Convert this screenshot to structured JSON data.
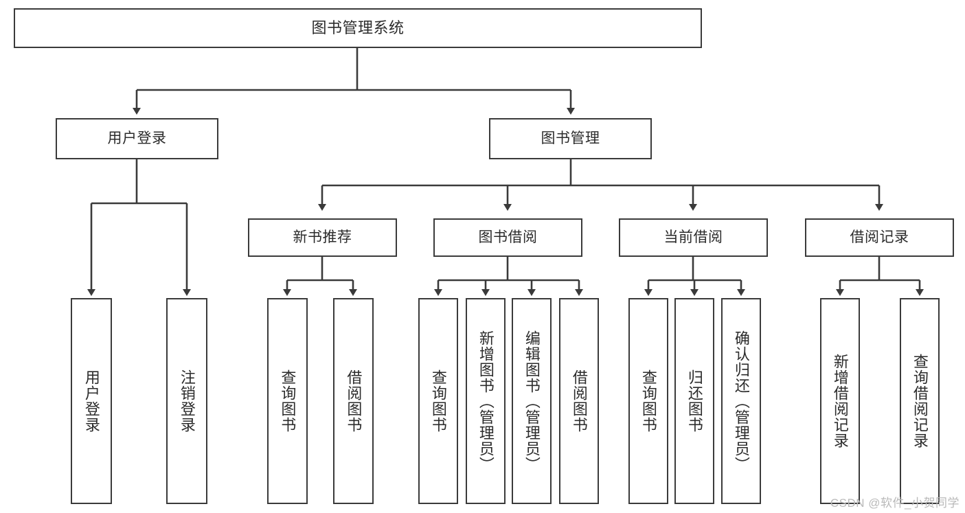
{
  "diagram": {
    "type": "tree-hierarchy-diagram",
    "root": {
      "label": "图书管理系统"
    },
    "level2": [
      {
        "id": "user-login",
        "label": "用户登录"
      },
      {
        "id": "book-management",
        "label": "图书管理"
      }
    ],
    "level3": [
      {
        "id": "new-book-recommend",
        "label": "新书推荐",
        "parent": "book-management"
      },
      {
        "id": "book-borrow",
        "label": "图书借阅",
        "parent": "book-management"
      },
      {
        "id": "current-borrow",
        "label": "当前借阅",
        "parent": "book-management"
      },
      {
        "id": "borrow-record",
        "label": "借阅记录",
        "parent": "book-management"
      }
    ],
    "leaves": [
      {
        "id": "leaf-user-login",
        "label": "用户登录",
        "parent": "user-login"
      },
      {
        "id": "leaf-logout-login",
        "label": "注销登录",
        "parent": "user-login"
      },
      {
        "id": "leaf-query-book-1",
        "label": "查询图书",
        "parent": "new-book-recommend"
      },
      {
        "id": "leaf-borrow-book-1",
        "label": "借阅图书",
        "parent": "new-book-recommend"
      },
      {
        "id": "leaf-query-book-2",
        "label": "查询图书",
        "parent": "book-borrow"
      },
      {
        "id": "leaf-add-book",
        "label": "新增图书（管理员）",
        "parent": "book-borrow"
      },
      {
        "id": "leaf-edit-book",
        "label": "编辑图书（管理员）",
        "parent": "book-borrow"
      },
      {
        "id": "leaf-borrow-book-2",
        "label": "借阅图书",
        "parent": "book-borrow"
      },
      {
        "id": "leaf-query-book-3",
        "label": "查询图书",
        "parent": "current-borrow"
      },
      {
        "id": "leaf-return-book",
        "label": "归还图书",
        "parent": "current-borrow"
      },
      {
        "id": "leaf-confirm-return",
        "label": "确认归还（管理员）",
        "parent": "current-borrow"
      },
      {
        "id": "leaf-add-record",
        "label": "新增借阅记录",
        "parent": "borrow-record"
      },
      {
        "id": "leaf-query-record",
        "label": "查询借阅记录",
        "parent": "borrow-record"
      }
    ],
    "watermark": "CSDN @软件_小贺同学",
    "colors": {
      "stroke": "#3a3a3a",
      "text": "#2b2b2b",
      "background": "#ffffff",
      "watermark": "#b9b9b9"
    }
  }
}
